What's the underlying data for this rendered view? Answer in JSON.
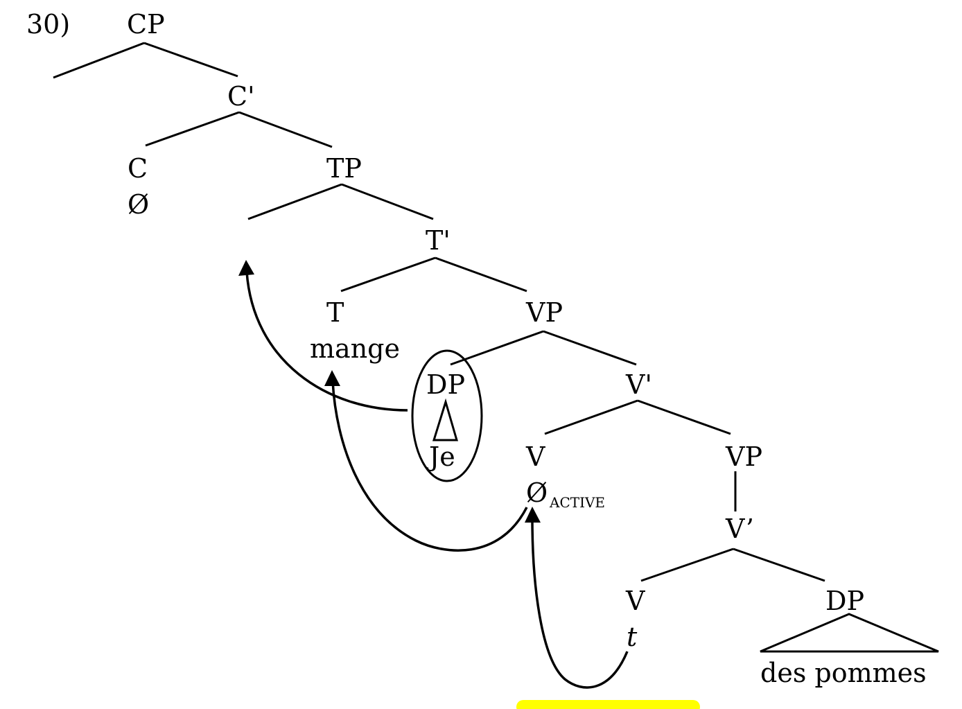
{
  "example_number": "30)",
  "nodes": {
    "cp": "CP",
    "c_bar": "C'",
    "c": "C",
    "c_word": "Ø",
    "tp": "TP",
    "t_bar": "T'",
    "t": "T",
    "t_word": "mange",
    "vp_upper": "VP",
    "dp_subject": "DP",
    "dp_subject_word": "Je",
    "v_bar_upper": "V'",
    "v_upper": "V",
    "v_upper_word": "Ø",
    "v_upper_subscript": "ACTIVE",
    "vp_lower": "VP",
    "v_bar_lower": "V’",
    "v_lower": "V",
    "v_lower_trace": "t",
    "dp_object": "DP",
    "dp_object_word": "des pommes"
  },
  "colors": {
    "line": "#000000",
    "highlight": "#ffff00",
    "background": "#ffffff"
  }
}
